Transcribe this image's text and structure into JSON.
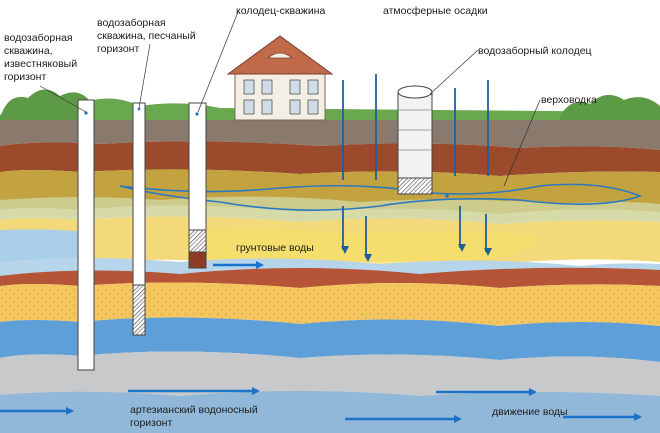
{
  "labels": {
    "limestone_well": "водозаборная скважина, известняковый горизонт",
    "sand_well": "водозаборная скважина, песчаный горизонт",
    "shaft_well": "колодец-скважина",
    "precipitation": "атмосферные осадки",
    "intake_well": "водозаборный колодец",
    "perched_water": "верховодка",
    "groundwater": "грунтовые воды",
    "artesian": "артезианский водоносный горизонт",
    "water_flow": "движение воды"
  },
  "colors": {
    "sky": "#ffffff",
    "topsoil": "#8a7a6d",
    "clay": "#9b4a2c",
    "loam": "#c3a33f",
    "sand_aquifer": "#f4d97a",
    "water": "#7bb4e0",
    "artesian_water": "#5f9fd8",
    "limestone": "#c7c9ca",
    "house_wall": "#f4efe4",
    "roof": "#c06a4a",
    "grass": "#6aa84f",
    "arrow": "#1a73c9",
    "pipe": "#ffffff",
    "pipe_border": "#555555"
  }
}
